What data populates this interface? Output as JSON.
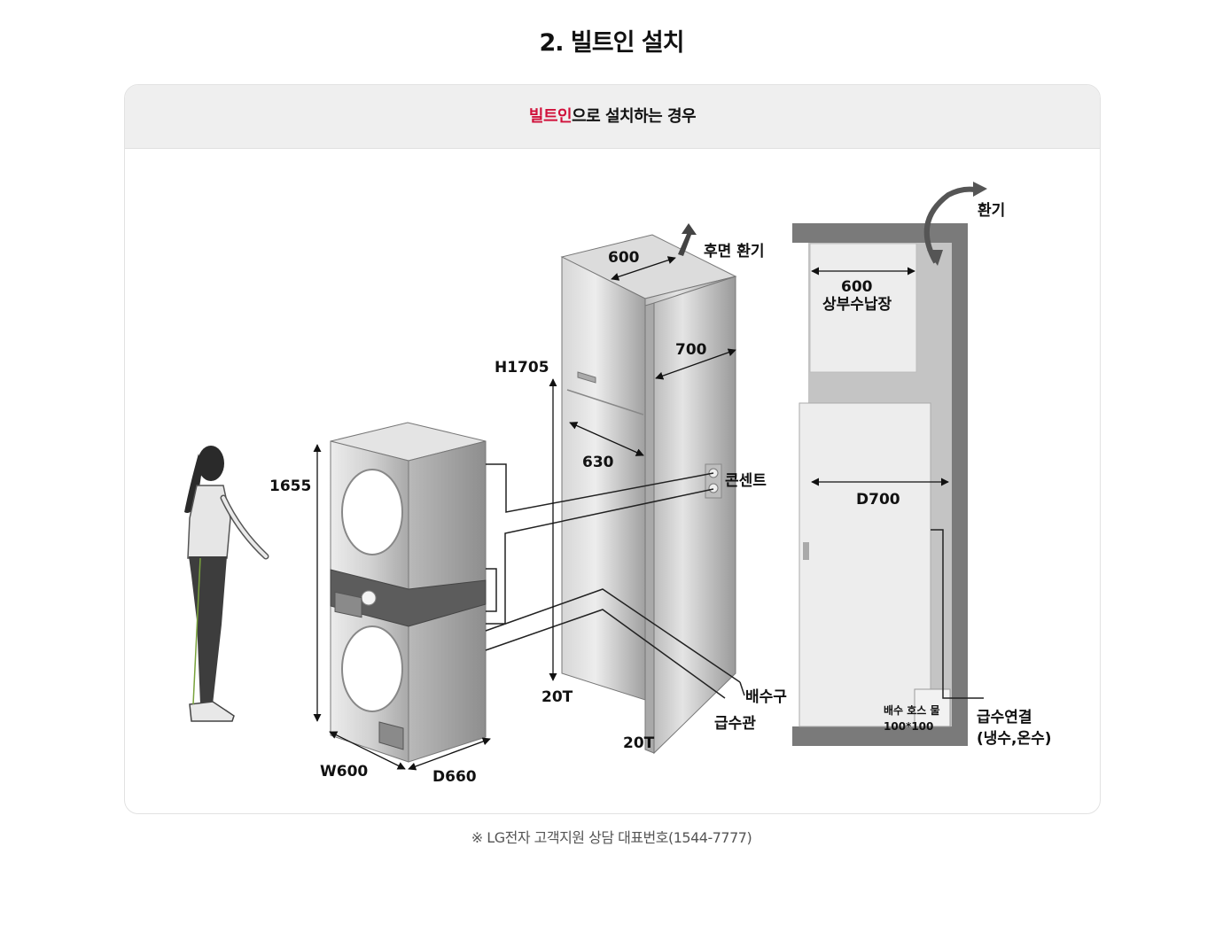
{
  "title": "2. 빌트인 설치",
  "header": {
    "highlight": "빌트인",
    "rest": "으로 설치하는 경우"
  },
  "labels": {
    "h1655": "1655",
    "w600": "W600",
    "d660": "D660",
    "h1705": "H1705",
    "top600": "600",
    "rear_vent": "후면 환기",
    "d700_side": "700",
    "d630": "630",
    "outlet": "콘센트",
    "t20_left": "20T",
    "t20_bottom": "20T",
    "drain": "배수구",
    "supply_pipe": "급수관",
    "vent": "환기",
    "cab600": "600",
    "upper_cabinet": "상부수납장",
    "d700": "D700",
    "drain_hose": "배수 호스 물",
    "hole_size": "100*100",
    "water_conn_1": "급수연결",
    "water_conn_2": "(냉수,온수)"
  },
  "footnote": "※ LG전자 고객지원 상담 대표번호(1544-7777)",
  "colors": {
    "accent": "#d0103a",
    "frame": "#7a7a7a",
    "cabinet": "#c4c4c4"
  }
}
